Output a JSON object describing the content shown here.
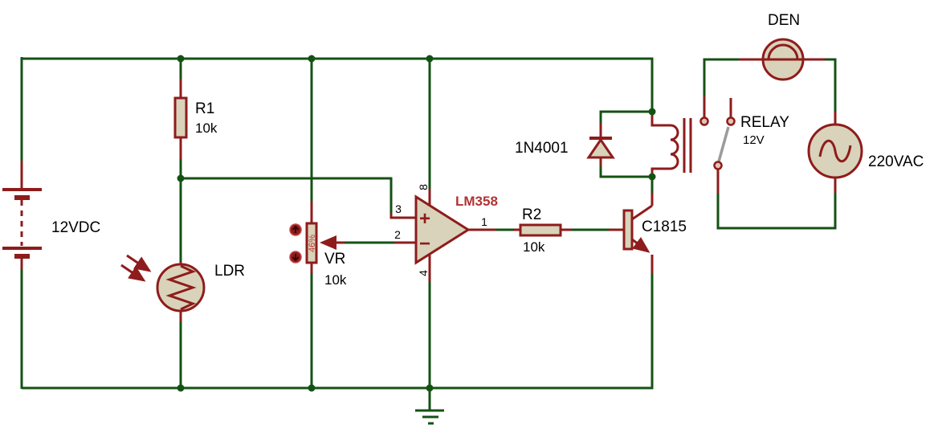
{
  "colors": {
    "wire_green": "#145214",
    "component_red": "#8e1c1c",
    "component_fill": "#d8d3ba",
    "lever_gray": "#9b9b9b",
    "chip_label_red": "#b03434",
    "text_black": "#000000"
  },
  "labels": {
    "battery": {
      "value": "12VDC"
    },
    "r1": {
      "name": "R1",
      "value": "10k"
    },
    "ldr": {
      "name": "LDR"
    },
    "vr": {
      "name": "VR",
      "value": "10k",
      "percent": "46%"
    },
    "opamp": {
      "name": "LM358",
      "plus_sign": "+",
      "minus_sign": "−",
      "pin_noninv": "3",
      "pin_inv": "2",
      "pin_out": "1",
      "pin_vcc": "8",
      "pin_gnd": "4"
    },
    "r2": {
      "name": "R2",
      "value": "10k"
    },
    "diode": {
      "name": "1N4001"
    },
    "transistor": {
      "name": "C1815"
    },
    "relay": {
      "name": "RELAY",
      "value": "12V"
    },
    "lamp": {
      "name": "DEN"
    },
    "ac_source": {
      "name": "220VAC"
    }
  }
}
